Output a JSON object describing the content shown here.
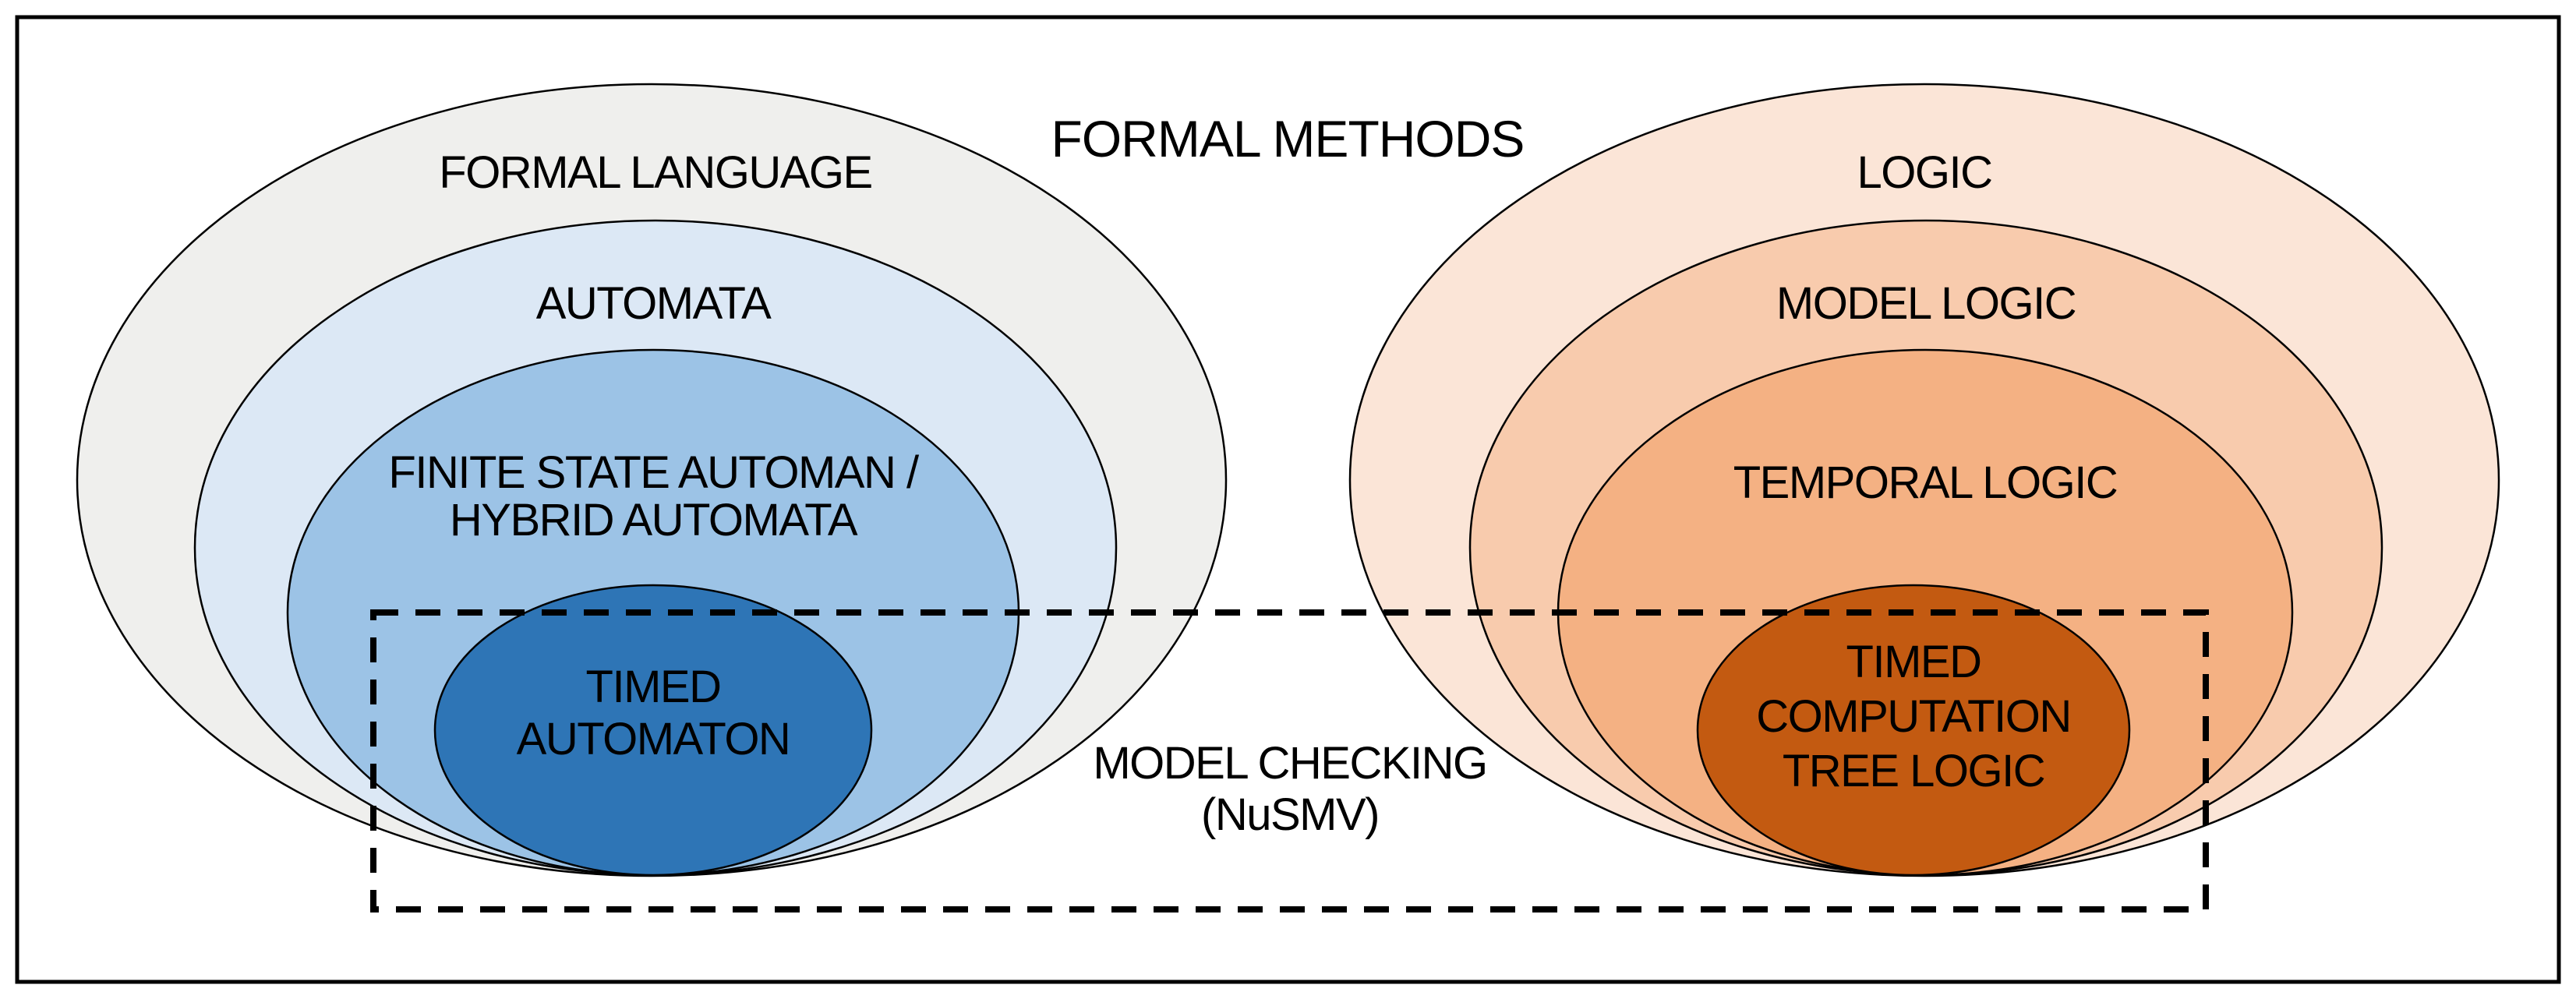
{
  "diagram": {
    "title": "FORMAL METHODS",
    "left_hierarchy": [
      {
        "lines": [
          "FORMAL LANGUAGE"
        ],
        "fill": "#efefed"
      },
      {
        "lines": [
          "AUTOMATA"
        ],
        "fill": "#dce8f5"
      },
      {
        "lines": [
          "FINITE STATE AUTOMAN /",
          "HYBRID AUTOMATA"
        ],
        "fill": "#9cc3e6"
      },
      {
        "lines": [
          "TIMED",
          "AUTOMATON"
        ],
        "fill": "#2e75b6"
      }
    ],
    "right_hierarchy": [
      {
        "lines": [
          "LOGIC"
        ],
        "fill": "#fbe5d7"
      },
      {
        "lines": [
          "MODEL LOGIC"
        ],
        "fill": "#f8cbad"
      },
      {
        "lines": [
          "TEMPORAL LOGIC"
        ],
        "fill": "#f4b183"
      },
      {
        "lines": [
          "TIMED",
          "COMPUTATION",
          "TREE LOGIC"
        ],
        "fill": "#c35a11"
      }
    ],
    "model_checking": {
      "lines": [
        "MODEL CHECKING",
        "(NuSMV)"
      ]
    },
    "colors": {
      "background": "#ffffff",
      "outline": "#000000",
      "dashed_region": "#000000",
      "text": "#000000"
    }
  }
}
